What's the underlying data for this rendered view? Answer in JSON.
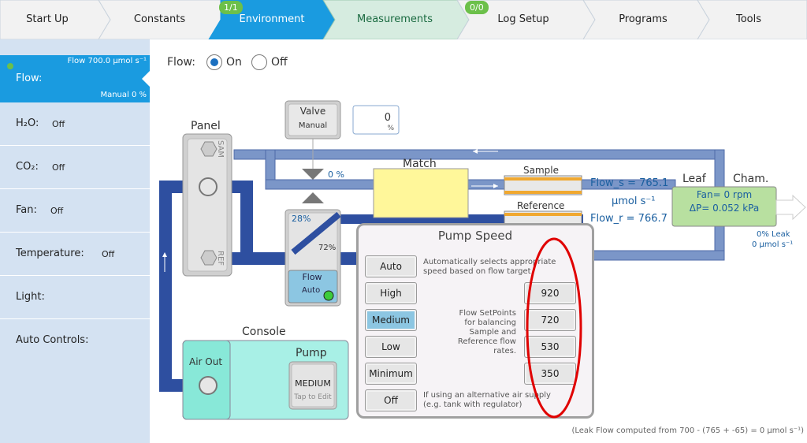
{
  "nav": {
    "tabs": [
      {
        "label": "Start Up"
      },
      {
        "label": "Constants"
      },
      {
        "label": "Environment",
        "badge": "1/1"
      },
      {
        "label": "Measurements",
        "badge": "0/0"
      },
      {
        "label": "Log Setup"
      },
      {
        "label": "Programs"
      },
      {
        "label": "Tools"
      }
    ]
  },
  "sidebar": {
    "flow": {
      "label": "Flow:",
      "setting": "Flow 700.0 µmol s⁻¹",
      "mode": "Manual 0 %"
    },
    "items": [
      {
        "label": "H₂O:",
        "value": "Off"
      },
      {
        "label": "CO₂:",
        "value": "Off"
      },
      {
        "label": "Fan:",
        "value": "Off"
      },
      {
        "label": "Temperature:",
        "value": "Off"
      },
      {
        "label": "Light:",
        "value": ""
      },
      {
        "label": "Auto Controls:",
        "value": ""
      }
    ]
  },
  "flow_control": {
    "label": "Flow:",
    "on_label": "On",
    "off_label": "Off",
    "selected": "On"
  },
  "diagram": {
    "panel_label": "Panel",
    "sam_label": "SAM",
    "ref_label": "REF",
    "valve": {
      "label": "Valve",
      "mode": "Manual",
      "value": "0",
      "unit": "%"
    },
    "valve_percent": "0 %",
    "match_label": "Match",
    "sample_label": "Sample",
    "reference_label": "Reference",
    "flow_s": "Flow_s = 765.1",
    "flow_unit": "µmol s⁻¹",
    "flow_r": "Flow_r = 766.7",
    "split_top": "28%",
    "split_bottom": "72%",
    "flow_button": {
      "label": "Flow",
      "mode": "Auto"
    },
    "leaf_label": "Leaf",
    "cham_label": "Cham.",
    "fan": "Fan= 0 rpm",
    "dp": "ΔP= 0.052 kPa",
    "leak_pct": "0% Leak",
    "leak_flow": "0 µmol s⁻¹",
    "console_label": "Console",
    "air_out_label": "Air Out",
    "pump_label": "Pump",
    "pump_value": "MEDIUM",
    "pump_hint": "Tap to Edit"
  },
  "pump_speed": {
    "title": "Pump Speed",
    "modes": [
      "Auto",
      "High",
      "Medium",
      "Low",
      "Minimum",
      "Off"
    ],
    "selected": "Medium",
    "auto_desc_1": "Automatically selects appropriate",
    "auto_desc_2": "speed based on flow target",
    "setpoints": [
      "920",
      "720",
      "530",
      "350"
    ],
    "setpoint_desc": [
      "Flow SetPoints",
      "for balancing",
      "Sample and",
      "Reference flow",
      "rates."
    ],
    "off_desc_1": "If using an alternative air supply",
    "off_desc_2": "(e.g. tank with regulator)"
  },
  "footer": "(Leak Flow computed from 700 - (765 + -65) = 0 µmol s⁻¹)",
  "colors": {
    "accent": "#1a9be0",
    "pipe_dark": "#2e4fa0",
    "pipe_light": "#7b96c8",
    "highlight_ring": "#e00000"
  }
}
